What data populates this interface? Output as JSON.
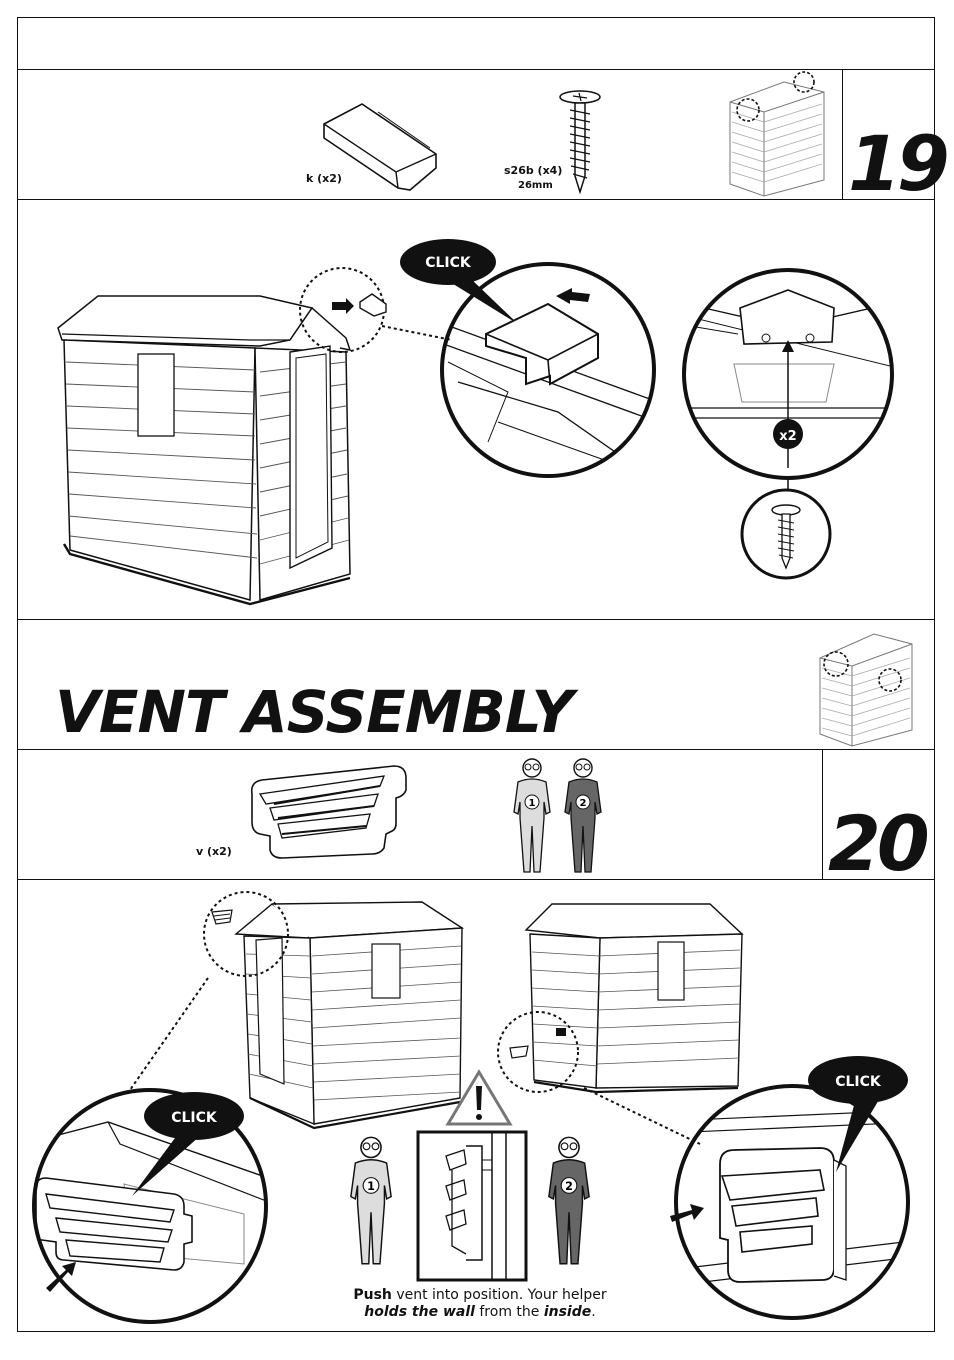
{
  "step19": {
    "number": "19",
    "parts": [
      {
        "label": "k (x2)",
        "sub": "",
        "icon": "roof-cap-part-icon"
      },
      {
        "label": "s26b (x4)",
        "sub": "26mm",
        "icon": "screw-icon"
      }
    ],
    "click_label": "CLICK",
    "multiplier": "x2"
  },
  "section": {
    "title": "VENT ASSEMBLY"
  },
  "step20": {
    "number": "20",
    "parts": [
      {
        "label": "v (x2)",
        "icon": "vent-part-icon"
      }
    ],
    "person1": "1",
    "person2": "2",
    "click_left": "CLICK",
    "click_right": "CLICK",
    "caption": {
      "w1": "Push",
      "t1": " vent into position. Your helper",
      "w2": "holds the wall",
      "t2": " from the ",
      "w3": "inside",
      "t3": "."
    }
  }
}
